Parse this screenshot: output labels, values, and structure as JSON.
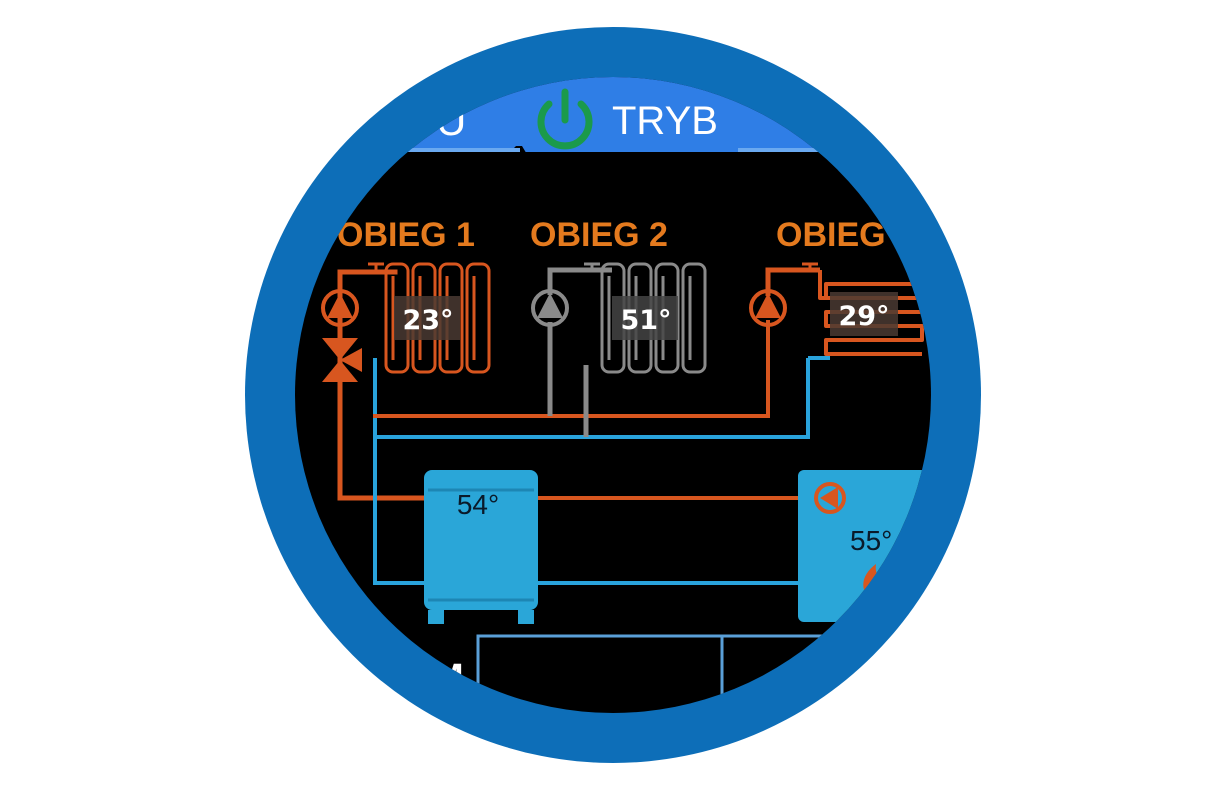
{
  "header": {
    "tab_left_fragment": "U",
    "tab_active_label": "TRYB"
  },
  "circuits": [
    {
      "label": "OBIEG 1",
      "temperature": "23°"
    },
    {
      "label": "OBIEG 2",
      "temperature": "51°"
    },
    {
      "label": "OBIEG",
      "temperature": "29°"
    }
  ],
  "tank": {
    "temperature": "54°"
  },
  "boiler": {
    "temperature": "55°"
  },
  "bottom": {
    "fragment": "M"
  },
  "colors": {
    "ring": "#0d6eb8",
    "screen": "#000000",
    "tab_bar": "#2f7ee6",
    "header_text": "#e47a1e",
    "pipe_hot": "#d8561f",
    "pipe_cold": "#29a3dc",
    "inactive": "#8a8a8a",
    "tank": "#2aa6d8",
    "power_icon": "#1b9a4b"
  }
}
